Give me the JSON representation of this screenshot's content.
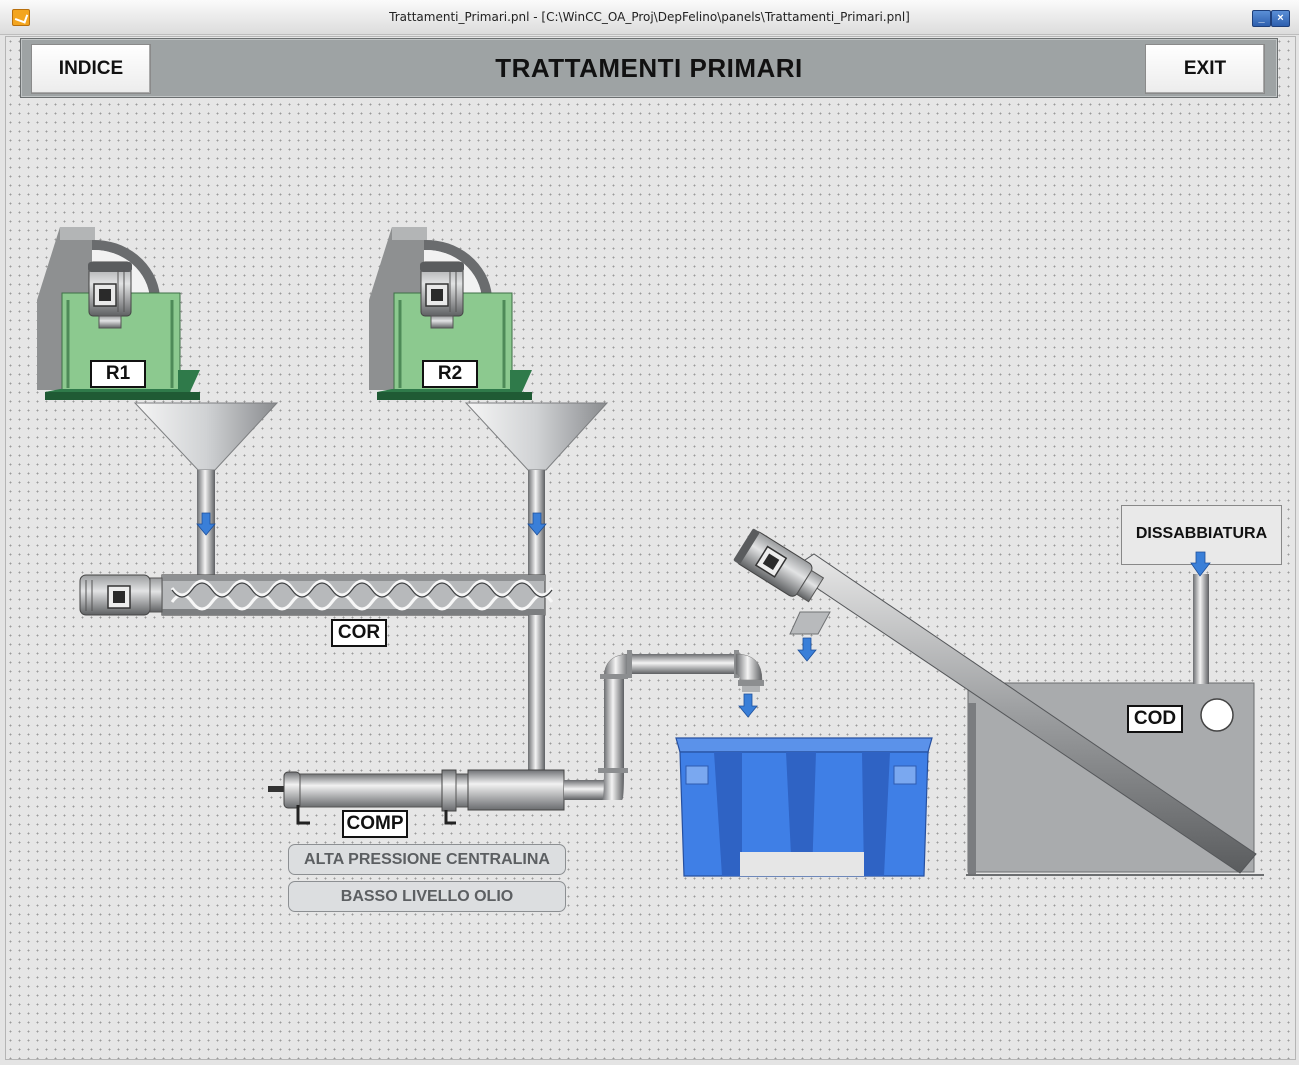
{
  "window": {
    "title": "Trattamenti_Primari.pnl - [C:\\WinCC_OA_Proj\\DepFelino\\panels\\Trattamenti_Primari.pnl]",
    "minimize_glyph": "_",
    "close_glyph": "×"
  },
  "header": {
    "title": "TRATTAMENTI PRIMARI",
    "index_label": "INDICE",
    "exit_label": "EXIT"
  },
  "equipment": {
    "r1": "R1",
    "r2": "R2",
    "cor": "COR",
    "comp": "COMP",
    "cod": "COD",
    "dissabbiatura": "DISSABBIATURA"
  },
  "alarms": {
    "high_pressure": "ALTA PRESSIONE CENTRALINA",
    "low_oil": "BASSO LIVELLO OLIO"
  },
  "colors": {
    "header_bg": "#9ea3a4",
    "screen_green": "#8cc98f",
    "base_green": "#2f7a4a",
    "flow_arrow": "#3a7fd8",
    "container_blue": "#3f7fe6",
    "steel": "#a9abad"
  }
}
